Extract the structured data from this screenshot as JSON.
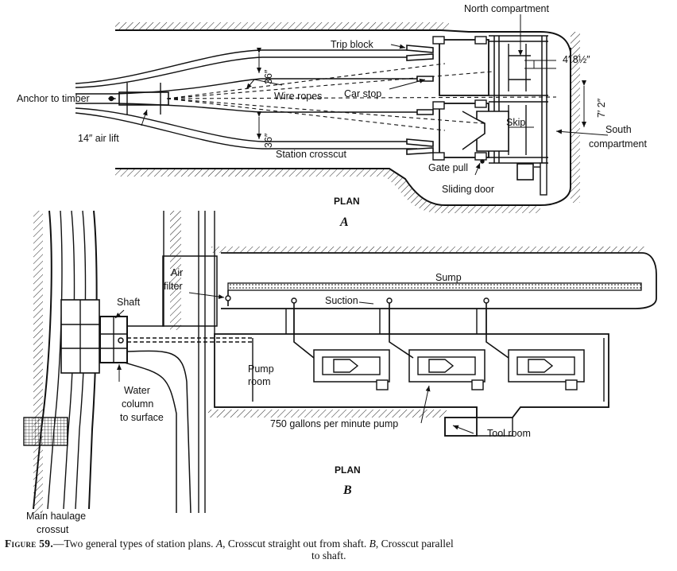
{
  "diagram_a": {
    "labels": {
      "north_compartment": "North compartment",
      "trip_block": "Trip block",
      "gauge": "4′ 8½″",
      "clearance_top": "36″",
      "clearance_bottom": "36″",
      "shaft_width": "7′ 2″",
      "anchor": "Anchor to timber",
      "wire_ropes": "Wire ropes",
      "car_stop": "Car stop",
      "skip": "Skip",
      "south_compartment_1": "South",
      "south_compartment_2": "compartment",
      "air_lift": "14″ air lift",
      "station_crosscut": "Station crosscut",
      "gate_pull": "Gate pull",
      "sliding_door": "Sliding door",
      "plan": "PLAN",
      "letter": "A"
    }
  },
  "diagram_b": {
    "labels": {
      "air_filter_1": "Air",
      "air_filter_2": "filter",
      "sump": "Sump",
      "shaft": "Shaft",
      "suction": "Suction",
      "pump_room_1": "Pump",
      "pump_room_2": "room",
      "water_column_1": "Water",
      "water_column_2": "column",
      "water_column_3": "to surface",
      "pump_rating": "750 gallons per minute pump",
      "tool_room": "Tool room",
      "plan": "PLAN",
      "letter": "B",
      "haulage_1": "Main haulage",
      "haulage_2": "crossut"
    }
  },
  "caption": {
    "figure_no": "Figure 59.",
    "text1": "—Two general types of station plans.",
    "a_letter": "A",
    "a_text": ", Crosscut straight out from shaft.",
    "b_letter": "B",
    "b_text": ", Crosscut parallel",
    "text2": "to shaft."
  }
}
